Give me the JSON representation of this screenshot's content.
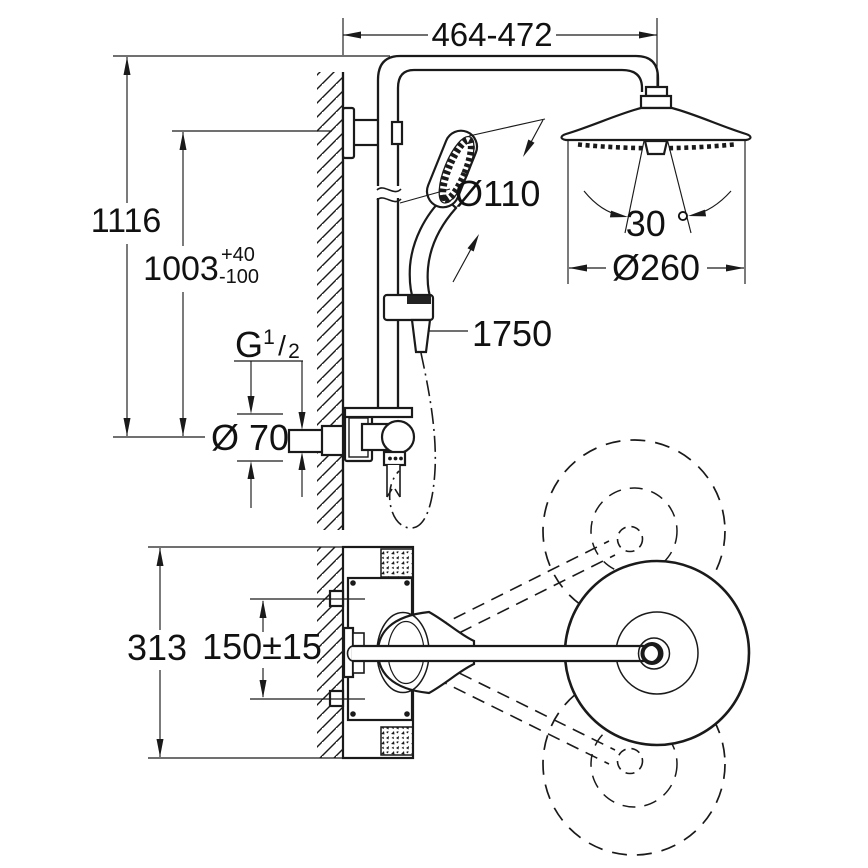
{
  "drawing": {
    "line_color": "#1a1a1a",
    "background": "#ffffff"
  },
  "dimensions": {
    "arm_projection": "464-472",
    "total_height": "1116",
    "rail_height": "1003",
    "rail_height_tol_plus": "+40",
    "rail_height_tol_minus": "-100",
    "thread_g": "G",
    "thread_num": "1",
    "thread_slash": "/",
    "thread_den": "2",
    "escutcheon_diameter": "Ø 70",
    "hand_shower_diameter": "Ø110",
    "swivel_angle": "30 °",
    "head_shower_diameter": "Ø260",
    "hose_length": "1750",
    "plan_depth": "313",
    "connection_spacing": "150±15"
  }
}
